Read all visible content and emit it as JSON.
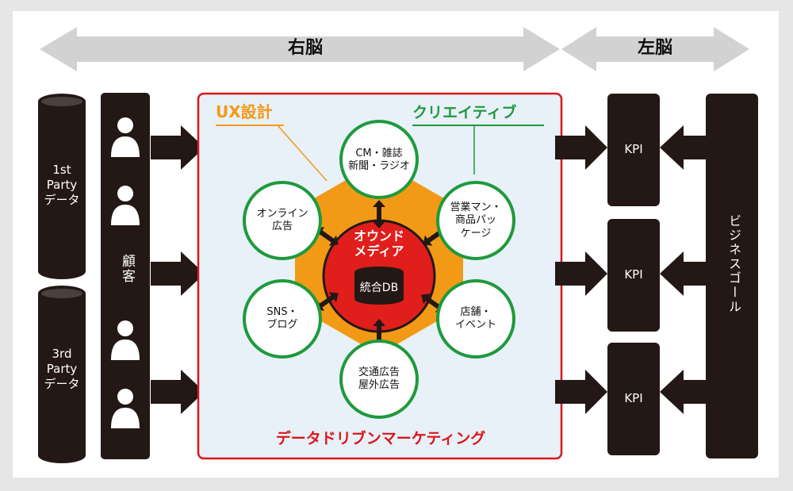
{
  "header": {
    "right_brain": "右脳",
    "left_brain": "左脳"
  },
  "sources": [
    {
      "label": "1st\nParty\nデータ"
    },
    {
      "label": "3rd\nParty\nデータ"
    }
  ],
  "customer": {
    "label": "顧客"
  },
  "main_box": {
    "ux_label": "UX設計",
    "creative_label": "クリエイティブ",
    "footer_label": "データドリブンマーケティング"
  },
  "hub": {
    "title": "オウンド\nメディア",
    "db_label": "統合DB"
  },
  "channels": [
    {
      "label": "CM・雑誌\n新聞・ラジオ"
    },
    {
      "label": "営業マン・\n商品パッ\nケージ"
    },
    {
      "label": "店舗・\nイベント"
    },
    {
      "label": "交通広告\n屋外広告"
    },
    {
      "label": "SNS・\nブログ"
    },
    {
      "label": "オンライン\n広告"
    }
  ],
  "kpis": [
    {
      "label": "KPI"
    },
    {
      "label": "KPI"
    },
    {
      "label": "KPI"
    }
  ],
  "business_goal": {
    "label": "ビジネスゴール"
  },
  "colors": {
    "frame_red": "#d9161b",
    "accent_orange": "#f29a16",
    "channel_green": "#1e9a3c",
    "hub_red": "#e01e1b",
    "dark": "#231815",
    "panel_blue": "#e8f0f8",
    "arrow_gray": "#d2d2d2"
  }
}
